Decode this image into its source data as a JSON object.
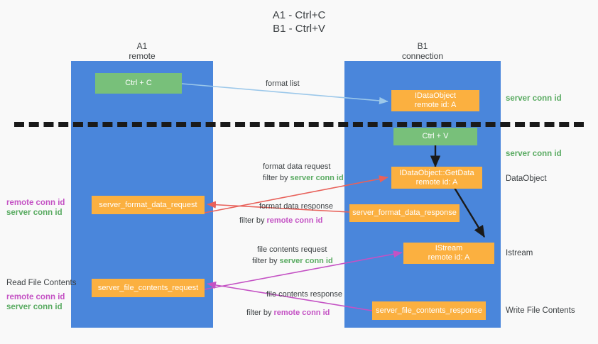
{
  "title": {
    "line1": "A1 - Ctrl+C",
    "line2": "B1 - Ctrl+V"
  },
  "columns": [
    {
      "id": "a1",
      "name": "A1",
      "role": "remote"
    },
    {
      "id": "b1",
      "name": "B1",
      "role": "connection"
    }
  ],
  "nodes": {
    "ctrl_c": {
      "label": "Ctrl + C",
      "kind": "green"
    },
    "ctrl_v": {
      "label": "Ctrl + V",
      "kind": "green"
    },
    "idataobject": {
      "line1": "IDataObject",
      "line2": "remote id: A",
      "kind": "orange"
    },
    "getdata": {
      "line1": "IDataObject::GetData",
      "line2": "remote id: A",
      "kind": "orange"
    },
    "istream": {
      "line1": "IStream",
      "line2": "remote id: A",
      "kind": "orange"
    },
    "format_data_request": {
      "label": "server_format_data_request",
      "kind": "orange"
    },
    "format_data_response": {
      "label": "server_format_data_response",
      "kind": "orange"
    },
    "file_contents_request": {
      "label": "server_file_contents_request",
      "kind": "orange"
    },
    "file_contents_response": {
      "label": "server_file_contents_response",
      "kind": "orange"
    }
  },
  "edge_labels": {
    "format_list": "format list",
    "format_data_request": {
      "line1": "format data request",
      "prefix": "filter by ",
      "key": "server conn id",
      "key_color": "green"
    },
    "format_data_response": {
      "line1": "format data response",
      "prefix": "filter by ",
      "key": "remote conn id",
      "key_color": "purple"
    },
    "file_contents_request": {
      "line1": "file contents request",
      "prefix": "filter by ",
      "key": "server conn id",
      "key_color": "green"
    },
    "file_contents_response": {
      "line1": "file contents response",
      "prefix": "filter by ",
      "key": "remote conn id",
      "key_color": "purple"
    }
  },
  "side_labels": {
    "right_server_conn_id_top": "server conn id",
    "right_server_conn_id_mid": "server conn id",
    "right_dataobject": "DataObject",
    "right_istream": "Istream",
    "right_write_file_contents": "Write File Contents",
    "left_remote_conn_id_1": "remote conn id",
    "left_server_conn_id_1": "server conn id",
    "left_read_file_contents": "Read File Contents",
    "left_remote_conn_id_2": "remote conn id",
    "left_server_conn_id_2": "server conn id"
  },
  "colors": {
    "column_blue": "#4a86db",
    "node_green": "#78c07a",
    "node_orange": "#fbb040",
    "edge_lightblue": "#9cc8ea",
    "edge_red": "#e8615a",
    "edge_magenta": "#c452c4",
    "edge_black": "#1a1a1a",
    "text_green": "#5aab62",
    "text_purple": "#c452c4",
    "background": "#f9f9f9"
  }
}
